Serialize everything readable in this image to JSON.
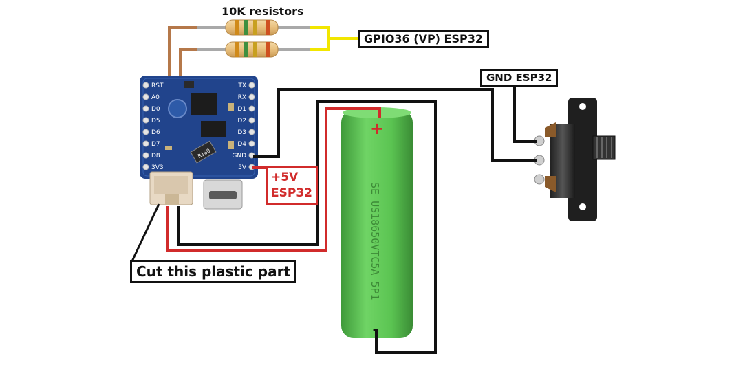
{
  "labels": {
    "resistors": "10K resistors",
    "gpio": "GPIO36 (VP) ESP32",
    "gnd": "GND ESP32",
    "plus5v_line1": "+5V",
    "plus5v_line2": "ESP32",
    "cut": "Cut this plastic part"
  },
  "board": {
    "left_pins": [
      "RST",
      "A0",
      "D0",
      "D5",
      "D6",
      "D7",
      "D8",
      "3V3"
    ],
    "right_pins": [
      "TX",
      "RX",
      "D1",
      "D2",
      "D3",
      "D4",
      "GND",
      "5V"
    ],
    "chip_text": "R100"
  },
  "battery": {
    "plus_sign": "+",
    "minus_sign": "-",
    "print_text": "SE US18650VTC5A 5P1"
  },
  "colors": {
    "wire_black": "#111111",
    "wire_red": "#d12b2b",
    "wire_yellow": "#f2e600",
    "wire_brown": "#b5784a",
    "board_blue": "#21448c",
    "battery_green": "#5bc452"
  }
}
